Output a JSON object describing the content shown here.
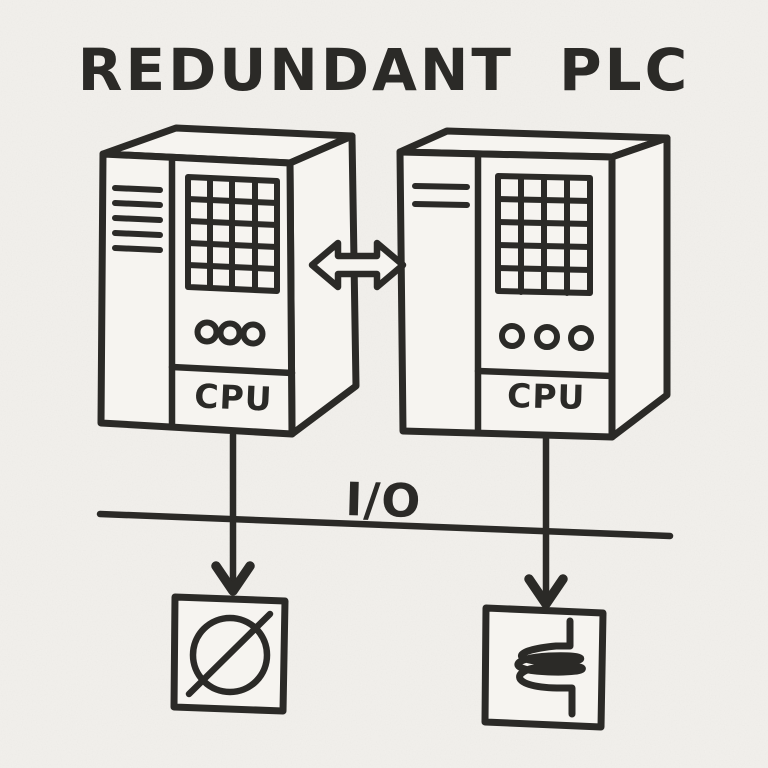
{
  "title": "REDUNDANT PLC",
  "colors": {
    "bg": "#f3f1ed",
    "panel": "#f6f4f0",
    "ink": "#2b2a27"
  },
  "plc_left": {
    "label": "CPU"
  },
  "plc_right": {
    "label": "CPU"
  },
  "bus": {
    "label": "I/O"
  },
  "icons": {
    "sync": "double-headed-arrow",
    "device_left": "circle-slash-motor",
    "device_right": "solenoid-coil"
  }
}
